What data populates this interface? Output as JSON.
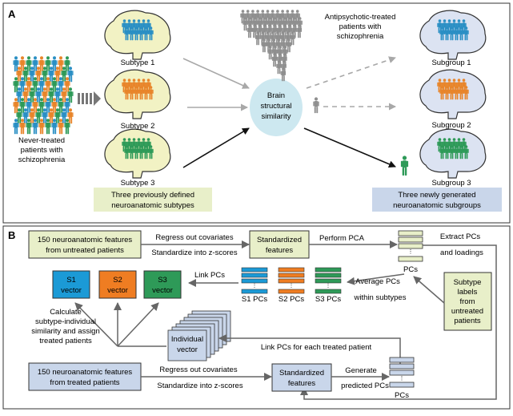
{
  "panel_a": {
    "label": "A",
    "left_group_caption": [
      "Never-treated",
      "patients with",
      "schizophrenia"
    ],
    "subtypes": [
      "Subtype 1",
      "Subtype 2",
      "Subtype 3"
    ],
    "center_label": [
      "Brain",
      "structural",
      "similarity"
    ],
    "treated_caption": [
      "Antipsychotic-treated",
      "patients with",
      "schizophrenia"
    ],
    "subgroups": [
      "Subgroup 1",
      "Subgroup 2",
      "Subgroup 3"
    ],
    "subtypes_box": [
      "Three previously defined",
      "neuroanatomic subtypes"
    ],
    "subgroups_box": [
      "Three newly generated",
      "neuroanatomic subgroups"
    ]
  },
  "panel_b": {
    "label": "B",
    "untreated_features": [
      "150 neuroanatomic features",
      "from untreated patients"
    ],
    "regress_1": "Regress out covariates",
    "standardize_1": "Standardize into z-scores",
    "standardized_1": [
      "Standardized",
      "features"
    ],
    "perform_pca": "Perform PCA",
    "pcs_1": "PCs",
    "extract_pcs": "Extract PCs",
    "and_loadings": "and loadings",
    "average_pcs": "Average PCs",
    "within_subtypes": "within subtypes",
    "s_pcs": [
      "S1 PCs",
      "S2 PCs",
      "S3 PCs"
    ],
    "link_pcs": "Link PCs",
    "vectors": [
      [
        "S1",
        "vector"
      ],
      [
        "S2",
        "vector"
      ],
      [
        "S3",
        "vector"
      ]
    ],
    "subtype_labels": [
      "Subtype",
      "labels",
      "from",
      "untreated",
      "patients"
    ],
    "calculate": [
      "Calculate",
      "subtype-individual",
      "similarity and assign",
      "treated patients"
    ],
    "individual_vector": [
      "Individual",
      "vector"
    ],
    "link_pcs_each": "Link PCs for each treated patient",
    "treated_features": [
      "150 neuroanatomic features",
      "from treated patients"
    ],
    "regress_2": "Regress out covariates",
    "standardize_2": "Standardize into z-scores",
    "standardized_2": [
      "Standardized",
      "features"
    ],
    "generate": "Generate",
    "predicted_pcs": "predicted PCs",
    "pcs_2": "PCs"
  },
  "colors": {
    "blue_people": "#2a8fc4",
    "orange_people": "#e8852a",
    "green_people": "#2e9a58",
    "gray_people": "#8f8f8f",
    "brain_yellow": "#f2f2c4",
    "brain_blue": "#dce3f2",
    "box_yellow": "#e8efc9",
    "box_blue": "#c9d6ea",
    "center_circle": "#cde8f0",
    "s1": "#1b9ad6",
    "s2": "#ef7d22",
    "s3": "#2e9a58"
  }
}
